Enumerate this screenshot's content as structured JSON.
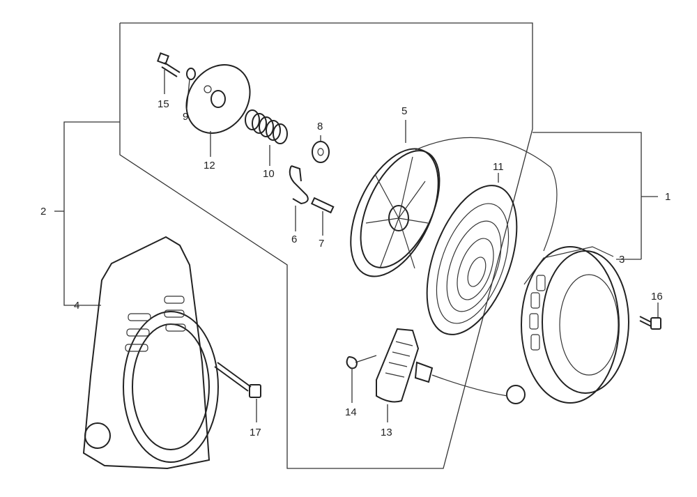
{
  "labels": {
    "l1": "1",
    "l2": "2",
    "l3": "3",
    "l4": "4",
    "l5": "5",
    "l6": "6",
    "l7": "7",
    "l8": "8",
    "l9": "9",
    "l10": "10",
    "l11": "11",
    "l12": "12",
    "l13": "13",
    "l14": "14",
    "l15": "15",
    "l16": "16",
    "l17": "17"
  },
  "colors": {
    "ink": "#222222",
    "paper": "#ffffff"
  }
}
